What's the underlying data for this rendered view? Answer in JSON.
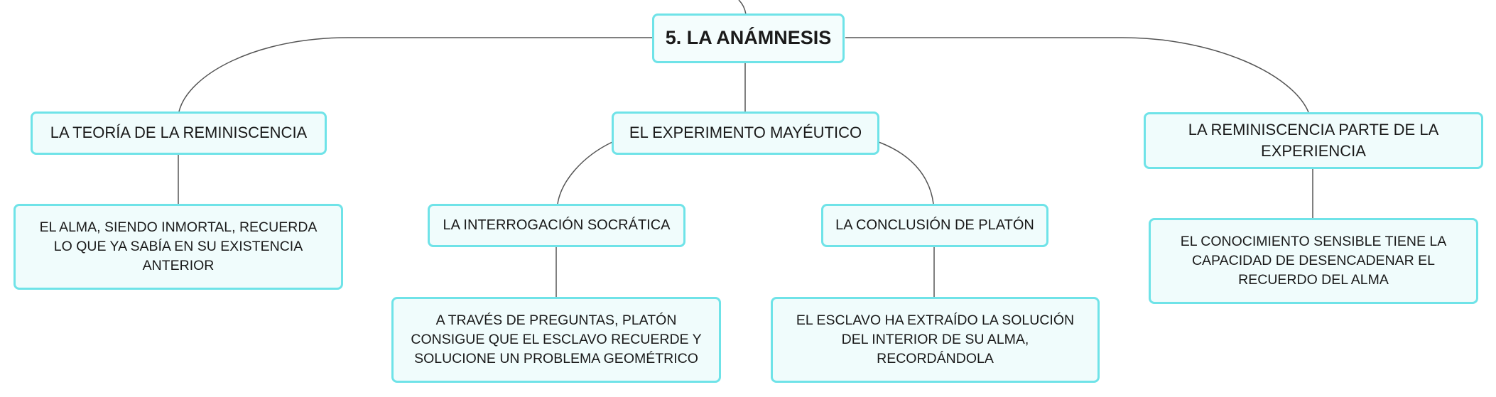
{
  "mindmap": {
    "root": "5. LA ANÁMNESIS",
    "branches": {
      "reminiscence_theory": {
        "label": "LA TEORÍA DE LA REMINISCENCIA",
        "detail": "EL ALMA, SIENDO INMORTAL, RECUERDA LO QUE YA SABÍA EN SU EXISTENCIA ANTERIOR"
      },
      "maieutic_experiment": {
        "label": "EL EXPERIMENTO MAYÉUTICO",
        "socratic_questioning": {
          "label": "LA INTERROGACIÓN SOCRÁTICA",
          "detail": "A TRAVÉS DE PREGUNTAS, PLATÓN CONSIGUE QUE EL ESCLAVO RECUERDE Y SOLUCIONE UN PROBLEMA GEOMÉTRICO"
        },
        "plato_conclusion": {
          "label": "LA CONCLUSIÓN DE PLATÓN",
          "detail": "EL ESCLAVO HA EXTRAÍDO LA SOLUCIÓN DEL INTERIOR DE SU ALMA, RECORDÁNDOLA"
        }
      },
      "reminiscence_experience": {
        "label": "LA REMINISCENCIA PARTE DE LA EXPERIENCIA",
        "detail": "EL CONOCIMIENTO SENSIBLE TIENE LA CAPACIDAD DE DESENCADENAR EL RECUERDO DEL ALMA"
      }
    }
  },
  "colors": {
    "node_border": "#6fe3e8",
    "node_fill": "#f0fcfc",
    "connector": "#555555",
    "text": "#1a1a1a"
  }
}
